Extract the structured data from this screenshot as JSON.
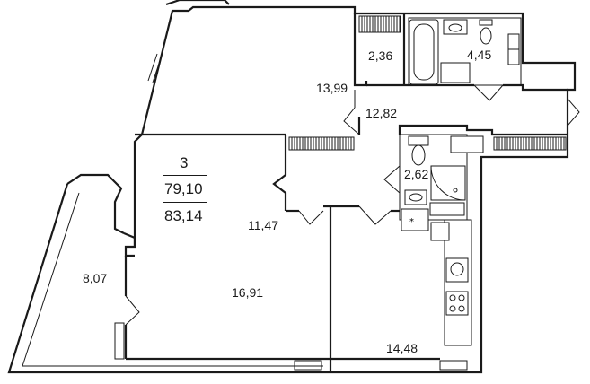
{
  "summary": {
    "rooms": "3",
    "living_area": "79,10",
    "total_area": "83,14"
  },
  "areas": {
    "room_top_left": "13,99",
    "closet": "2,36",
    "bathroom": "4,45",
    "hall": "12,82",
    "wc": "2,62",
    "room_middle": "11,47",
    "balcony": "8,07",
    "room_bottom_left": "16,91",
    "kitchen": "14,48"
  }
}
